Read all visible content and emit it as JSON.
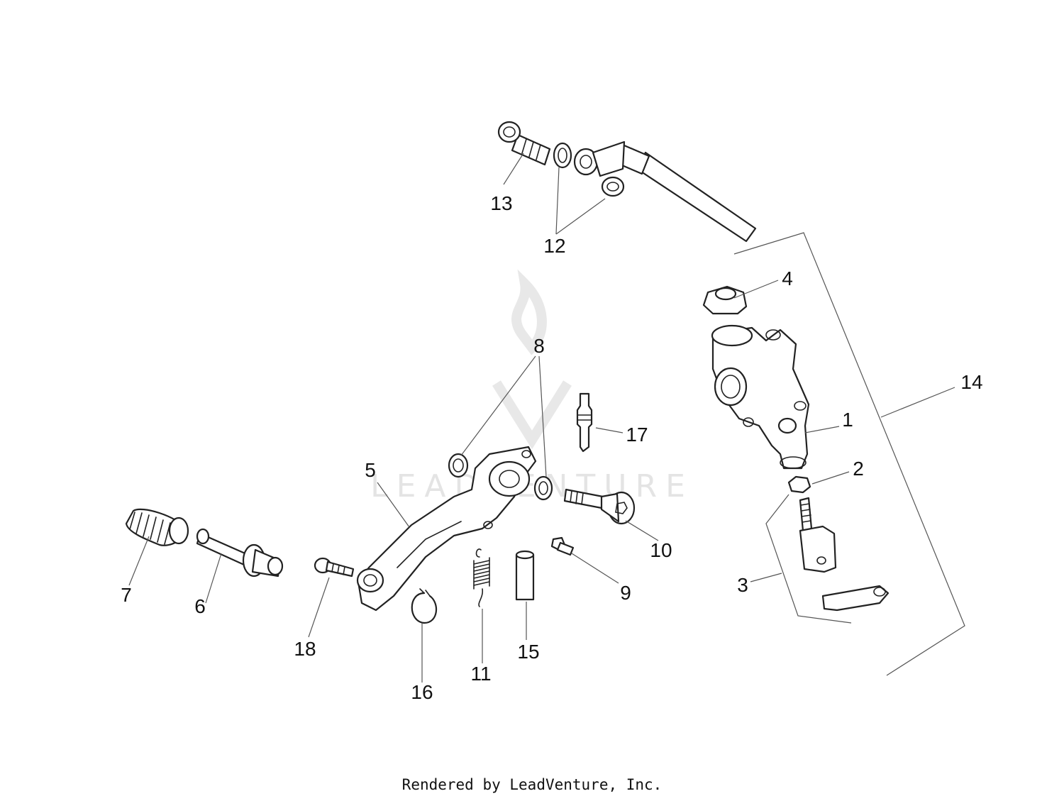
{
  "diagram": {
    "callouts": [
      "1",
      "2",
      "3",
      "4",
      "5",
      "6",
      "7",
      "8",
      "9",
      "10",
      "11",
      "12",
      "13",
      "14",
      "15",
      "16",
      "17",
      "18"
    ],
    "watermark_text": "LEADVENTURE"
  },
  "footer": {
    "text": "Rendered by LeadVenture, Inc."
  },
  "colors": {
    "line": "#222222",
    "leader": "#555555",
    "watermark": "#e4e4e4"
  }
}
